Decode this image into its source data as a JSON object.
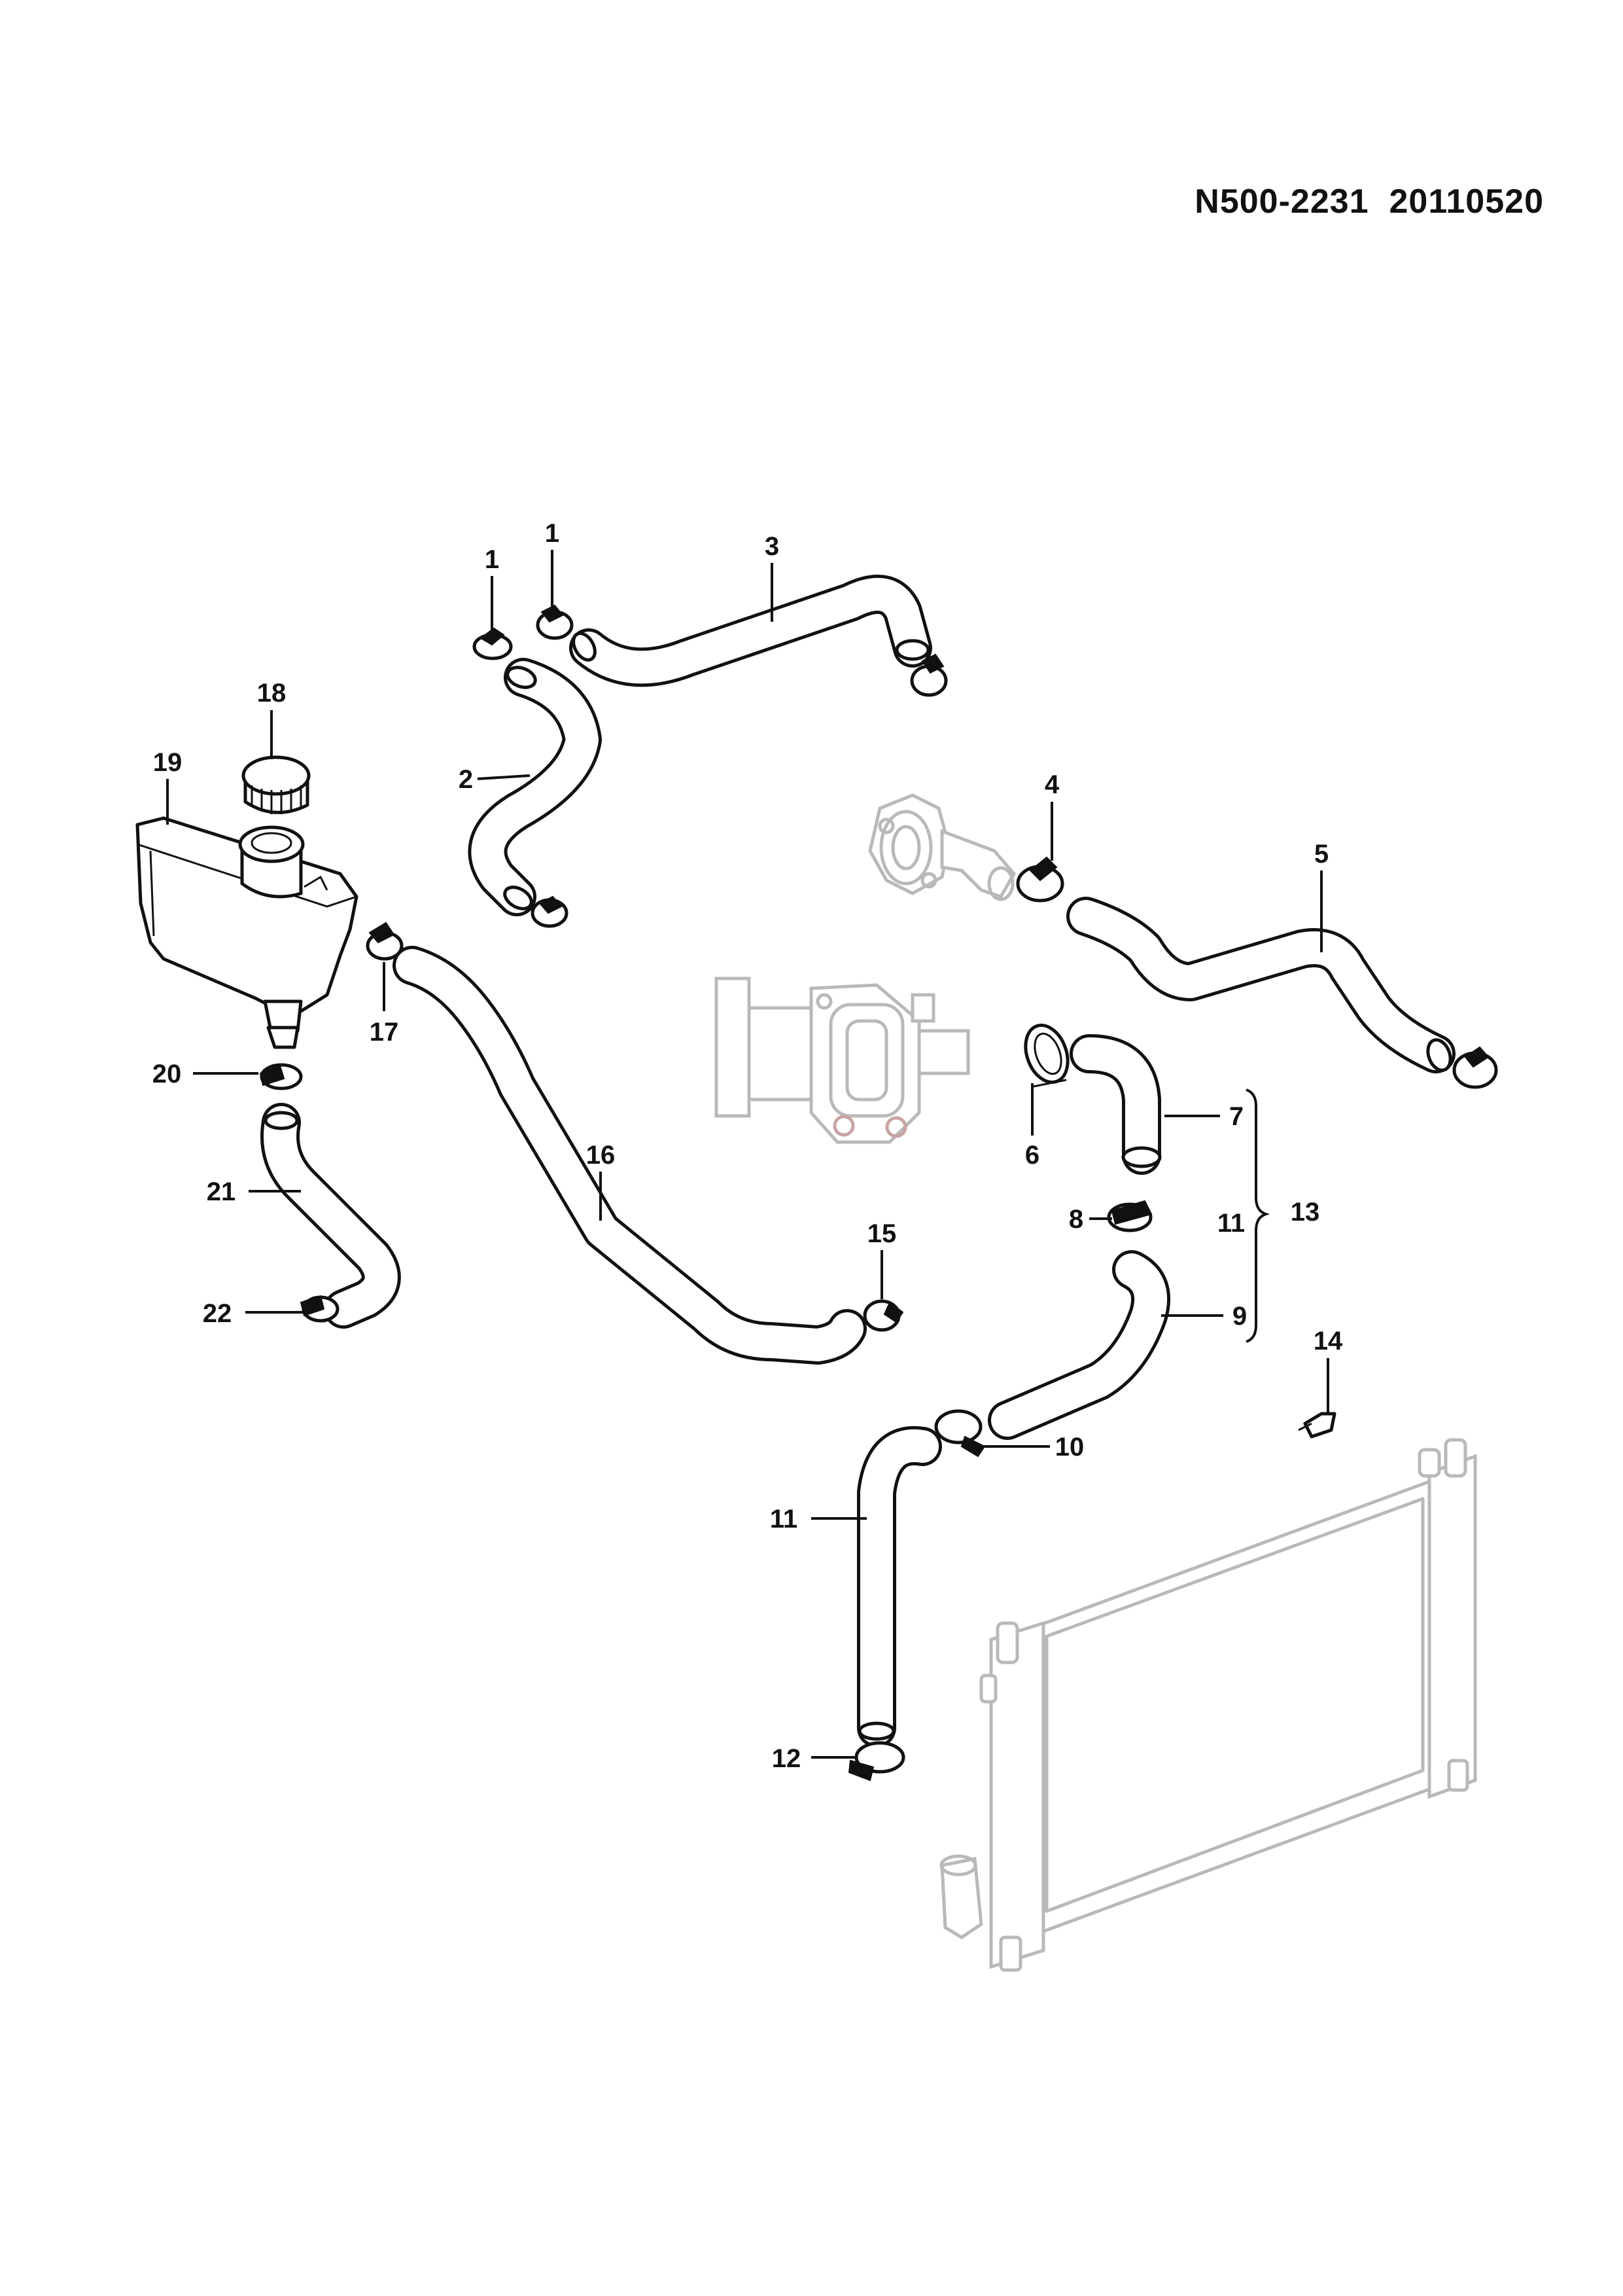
{
  "header": {
    "doc_code": "N500-2231",
    "doc_date": "20110520"
  },
  "callouts": {
    "c1a": "1",
    "c1b": "1",
    "c2": "2",
    "c3": "3",
    "c4": "4",
    "c5": "5",
    "c6": "6",
    "c7": "7",
    "c8": "8",
    "c9": "9",
    "c10": "10",
    "c11a": "11",
    "c11b": "11",
    "c12": "12",
    "c13": "13",
    "c14": "14",
    "c15": "15",
    "c16": "16",
    "c17": "17",
    "c18": "18",
    "c19": "19",
    "c20": "20",
    "c21": "21",
    "c22": "22"
  }
}
